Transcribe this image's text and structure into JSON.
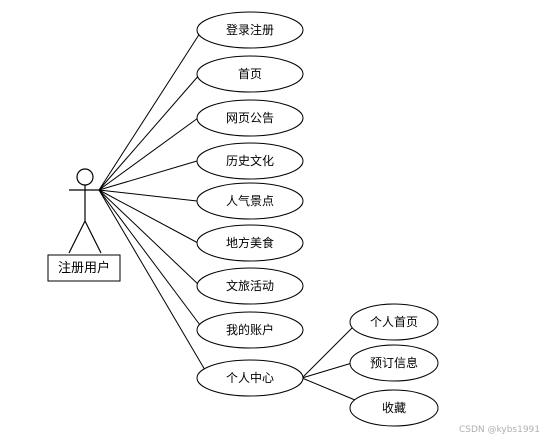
{
  "actor": {
    "label": "注册用户"
  },
  "use_cases": [
    {
      "label": "登录注册"
    },
    {
      "label": "首页"
    },
    {
      "label": "网页公告"
    },
    {
      "label": "历史文化"
    },
    {
      "label": "人气景点"
    },
    {
      "label": "地方美食"
    },
    {
      "label": "文旅活动"
    },
    {
      "label": "我的账户"
    },
    {
      "label": "个人中心"
    }
  ],
  "sub_use_cases": [
    {
      "label": "个人首页"
    },
    {
      "label": "预订信息"
    },
    {
      "label": "收藏"
    }
  ],
  "watermark": "CSDN @kybs1991"
}
